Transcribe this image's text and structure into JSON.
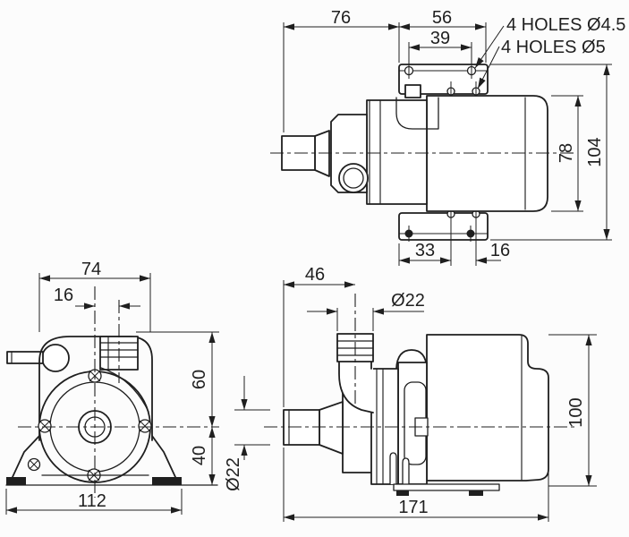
{
  "colors": {
    "ink": "#1f1f1f",
    "paper": "#fcfcfc"
  },
  "top_view": {
    "dim_shaft_to_bracket": "76",
    "dim_bracket_width": "56",
    "dim_hole_spacing": "39",
    "note_holes_small": "4 HOLES Ø4.5",
    "note_holes_large": "4 HOLES Ø5",
    "dim_motor_width": "78",
    "dim_overall_width": "104",
    "dim_edge_to_hole": "33",
    "dim_hole_pair_spacing": "16"
  },
  "front_view": {
    "dim_body_width": "74",
    "dim_outlet_offset": "16",
    "dim_top_to_axis": "60",
    "dim_axis_to_base": "40",
    "dim_base_width": "112"
  },
  "side_view": {
    "dim_inlet_face_to_outlet_axis": "46",
    "dim_outlet_diameter": "Ø22",
    "dim_inlet_diameter": "Ø22",
    "dim_motor_height": "100",
    "dim_overall_length": "171"
  }
}
